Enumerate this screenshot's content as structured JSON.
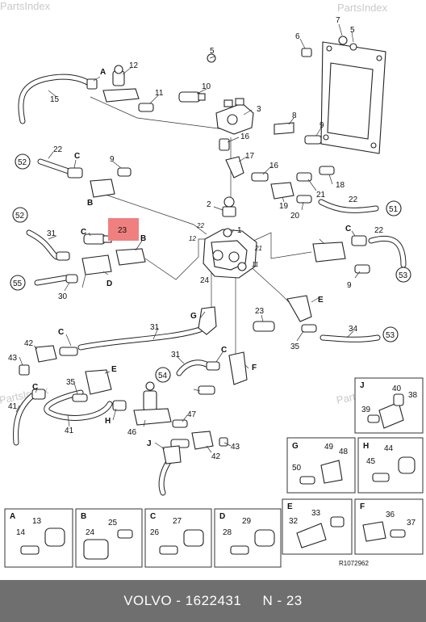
{
  "watermarks": [
    "PartsIndex",
    "PartsIndex",
    "PartsIndex"
  ],
  "callouts": {
    "c1": "1",
    "c2": "2",
    "c3": "3",
    "c5": "5",
    "c6": "6",
    "c7": "7",
    "c8": "8",
    "c9a": "9",
    "c9b": "9",
    "c9c": "9",
    "c10": "10",
    "c11a": "11",
    "c11b": "11",
    "c12a": "12",
    "c12b": "12",
    "c15": "15",
    "c16a": "16",
    "c16b": "16",
    "c17": "17",
    "c18": "18",
    "c19": "19",
    "c20": "20",
    "c21a": "21",
    "c21b": "21",
    "c22a": "22",
    "c22b": "22",
    "c22c": "22",
    "c22d": "22",
    "c23a": "23",
    "c23b": "23",
    "c24": "24",
    "c30": "30",
    "c31a": "31",
    "c31b": "31",
    "c31c": "31",
    "c34": "34",
    "c35a": "35",
    "c35b": "35",
    "c41a": "41",
    "c41b": "41",
    "c42a": "42",
    "c42b": "42",
    "c43a": "43",
    "c43b": "43",
    "c46": "46",
    "c47": "47",
    "c51": "51",
    "c52a": "52",
    "c52b": "52",
    "c53a": "53",
    "c53b": "53",
    "c54": "54",
    "c55": "55"
  },
  "letters": {
    "A1": "A",
    "B1": "B",
    "B2": "B",
    "C1": "C",
    "C2": "C",
    "C3": "C",
    "C4": "C",
    "C5": "C",
    "D1": "D",
    "E1": "E",
    "E2": "E",
    "F1": "F",
    "G1": "G",
    "H1": "H",
    "J1": "J"
  },
  "highlight": {
    "label": "23",
    "color": "#f08080"
  },
  "insets": {
    "A": {
      "letter": "A",
      "n1": "13",
      "n2": "14"
    },
    "B": {
      "letter": "B",
      "n1": "25",
      "n2": "24"
    },
    "C": {
      "letter": "C",
      "n1": "27",
      "n2": "26"
    },
    "D": {
      "letter": "D",
      "n1": "29",
      "n2": "28"
    },
    "E": {
      "letter": "E",
      "n1": "33",
      "n2": "32"
    },
    "F": {
      "letter": "F",
      "n1": "36",
      "n2": "37"
    },
    "G": {
      "letter": "G",
      "n1": "49",
      "n2": "48",
      "n3": "50"
    },
    "H": {
      "letter": "H",
      "n1": "44",
      "n2": "45"
    },
    "J": {
      "letter": "J",
      "n1": "40",
      "n2": "38",
      "n3": "39"
    }
  },
  "figure_ref": "R1072962",
  "footer": {
    "brand": "VOLVO",
    "sep": " - ",
    "part_number": "1622431",
    "gap": "     ",
    "position": "N - 23"
  }
}
